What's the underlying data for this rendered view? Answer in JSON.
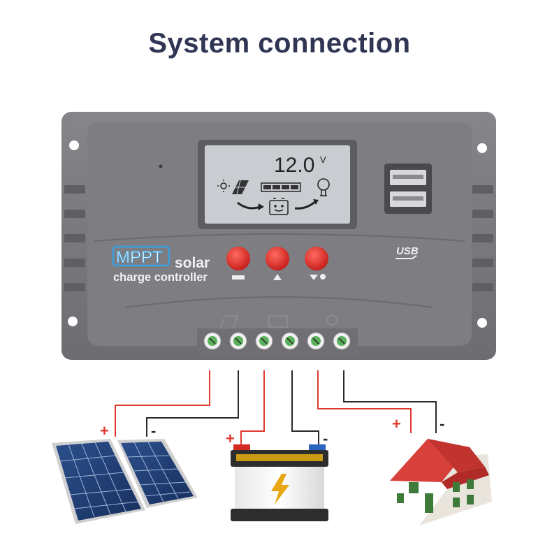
{
  "title": "System connection",
  "controller": {
    "lcd_voltage": "12.0",
    "lcd_unit": "V",
    "brand_box": "MPPT",
    "brand_word": "solar",
    "brand_line2": "charge controller",
    "usb_label": "USB"
  },
  "polarity": {
    "plus": "+",
    "minus": "-"
  },
  "colors": {
    "title": "#2f3553",
    "housing": "#77777b",
    "lcd": "#c9ccd1",
    "button": "#e52a25",
    "positive_wire": "#e0392e",
    "negative_wire": "#2a2a2a",
    "roof": "#d8413b"
  }
}
